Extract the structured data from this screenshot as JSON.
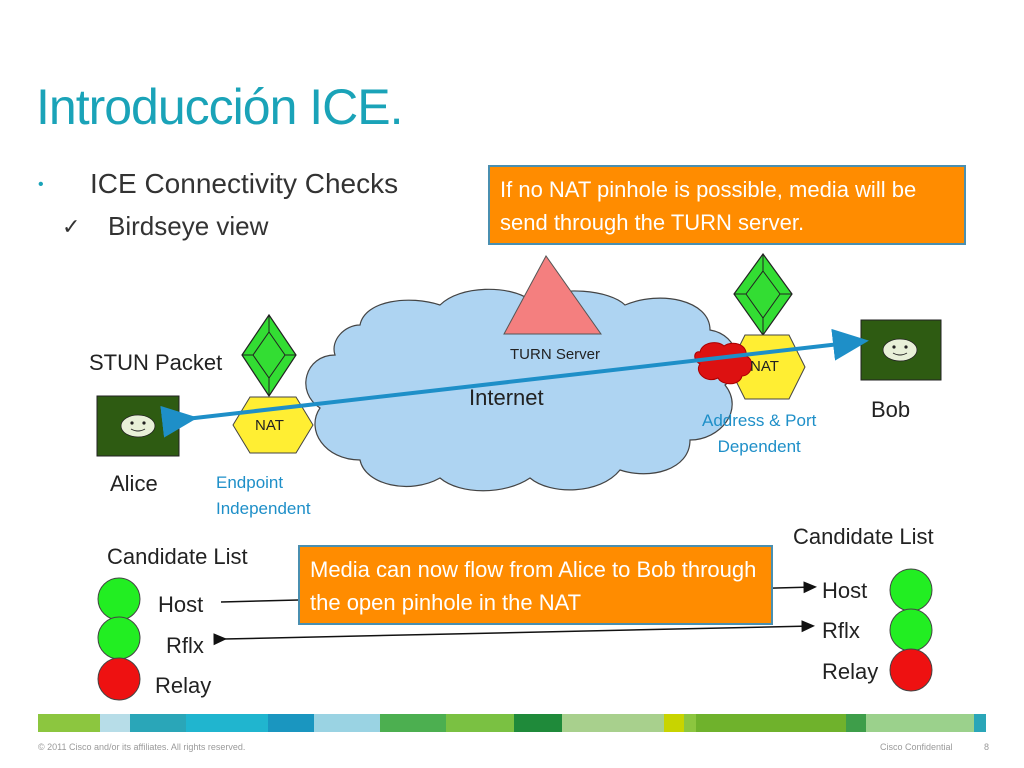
{
  "slide": {
    "title": "Introducción ICE.",
    "bullet_marker": "•",
    "bullet": "ICE Connectivity Checks",
    "check_marker": "✓",
    "sub_bullet": "Birdseye view"
  },
  "callouts": {
    "turn": "If no NAT pinhole is possible, media will be send through the TURN server.",
    "flow": "Media can now flow from Alice to Bob through the open pinhole in the NAT"
  },
  "diagram": {
    "stun_packet": "STUN Packet",
    "turn_server": "TURN Server",
    "internet": "Internet",
    "nat_left": "NAT",
    "nat_right": "NAT",
    "alice": "Alice",
    "bob": "Bob",
    "endpoint_independent_1": "Endpoint",
    "endpoint_independent_2": "Independent",
    "addr_port_dependent_1": "Address & Port",
    "addr_port_dependent_2": "Dependent"
  },
  "candidates": {
    "alice_title": "Candidate List",
    "bob_title": "Candidate List",
    "host": "Host",
    "rflx": "Rflx",
    "relay": "Relay",
    "colors": {
      "green": "#22ee22",
      "red": "#ee1111"
    }
  },
  "footer": {
    "copyright": "© 2011 Cisco and/or its affiliates. All rights reserved.",
    "confidential": "Cisco Confidential",
    "page": "8"
  },
  "colors": {
    "title": "#1aa3b8",
    "callout": "#ff8c00",
    "cloud": "#aed4f2",
    "nat": "#ffee33",
    "stun": "#33dd33",
    "endpoint": "#2e5b12",
    "arrow": "#1e8fc8",
    "turn": "#f47f7f"
  }
}
